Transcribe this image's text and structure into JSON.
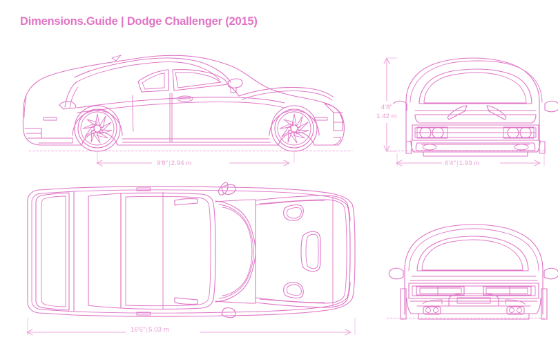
{
  "page": {
    "title": "Dimensions.Guide | Dodge Challenger (2015)",
    "background_color": "#ffffff",
    "line_color": "#df74c6",
    "label_color": "#e89ad2",
    "title_color": "#e173c4",
    "ground_line_color": "#f2b6e2"
  },
  "views": {
    "side": {
      "name": "side-elevation-view",
      "caption": ""
    },
    "front": {
      "name": "front-elevation-view",
      "caption": ""
    },
    "top": {
      "name": "top-plan-view",
      "caption": ""
    },
    "rear": {
      "name": "rear-elevation-view",
      "caption": ""
    }
  },
  "dimensions": {
    "wheelbase": {
      "imperial": "9'8\"",
      "metric": "2.94 m",
      "separator": "|",
      "orientation": "horizontal",
      "view": "side"
    },
    "height": {
      "imperial": "4'8\"",
      "metric": "1.42 m",
      "separator": "",
      "orientation": "vertical",
      "view": "front"
    },
    "width": {
      "imperial": "6'4\"",
      "metric": "1.93 m",
      "separator": "|",
      "orientation": "horizontal",
      "view": "front"
    },
    "length": {
      "imperial": "16'6\"",
      "metric": "5.03 m",
      "separator": "|",
      "orientation": "horizontal",
      "view": "top"
    }
  }
}
